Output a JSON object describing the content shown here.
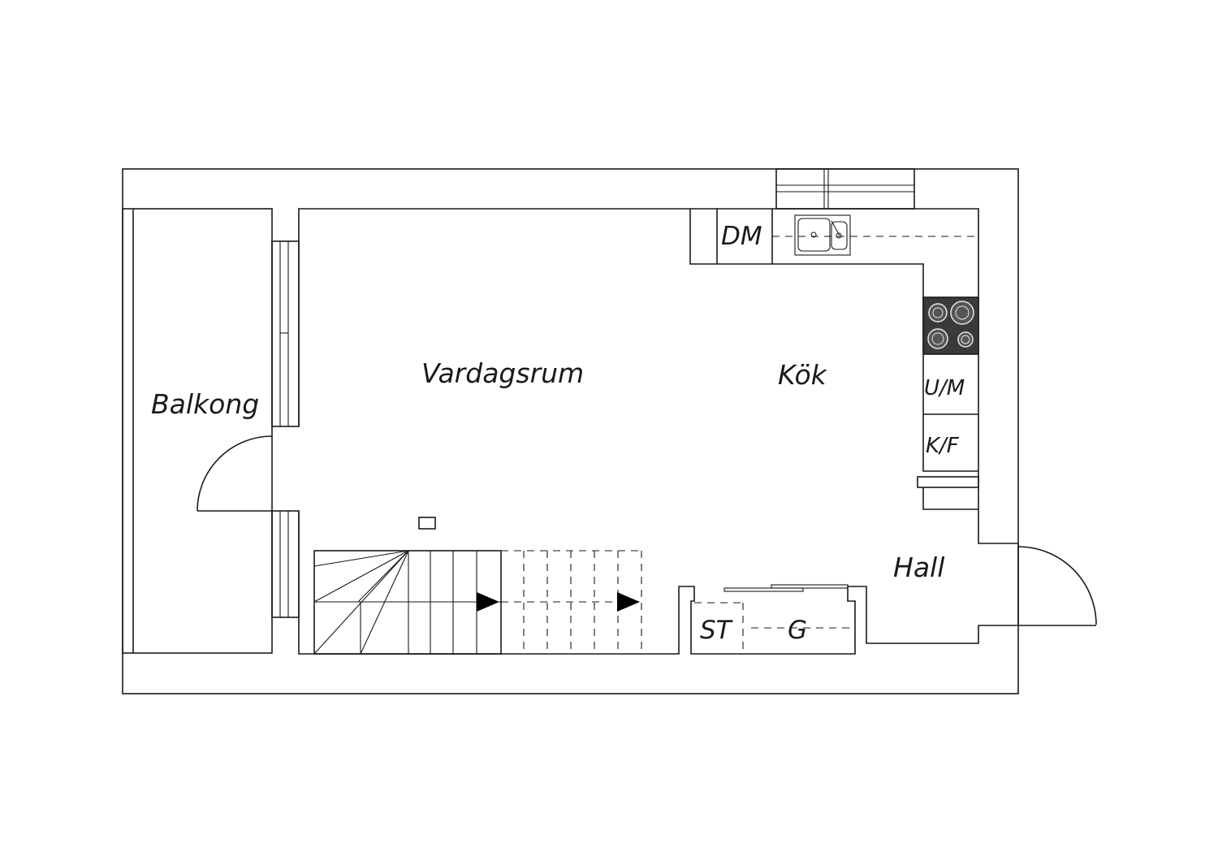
{
  "rooms": {
    "balkong": "Balkong",
    "vardagsrum": "Vardagsrum",
    "kok": "Kök",
    "hall": "Hall"
  },
  "fixtures": {
    "dishwasher": "DM",
    "oven_microwave": "U/M",
    "fridge_freezer": "K/F",
    "storage": "ST",
    "wardrobe": "G"
  }
}
